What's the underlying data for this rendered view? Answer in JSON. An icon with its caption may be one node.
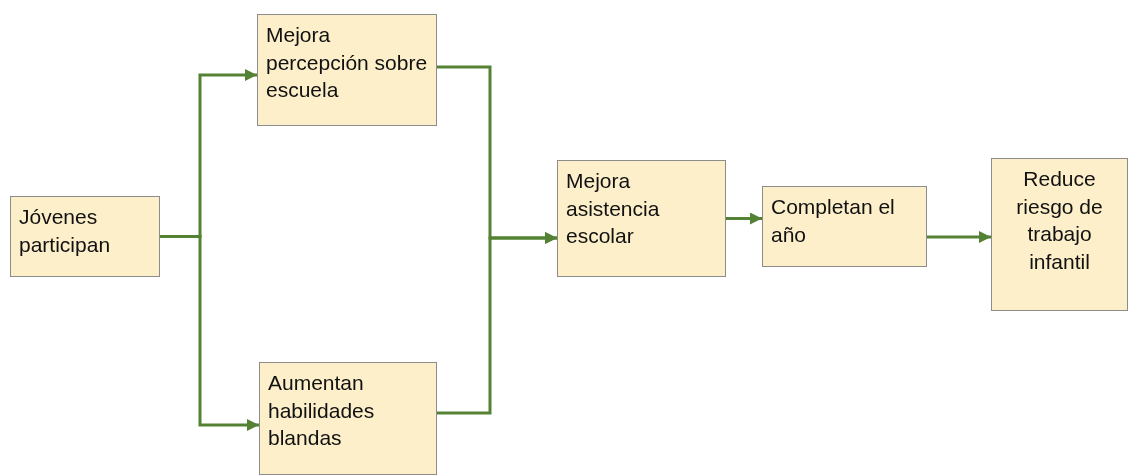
{
  "diagram": {
    "nodes": [
      {
        "text": [
          "Jóvenes participan"
        ]
      },
      {
        "text": [
          "Mejora percepción sobre escuela"
        ]
      },
      {
        "text": [
          "Aumentan habilidades blandas"
        ]
      },
      {
        "text": [
          "Mejora asistencia escolar"
        ]
      },
      {
        "text": [
          "Completan el año"
        ]
      },
      {
        "text": [
          "Reduce riesgo de trabajo infantil"
        ]
      }
    ],
    "edges": [
      {
        "from": 0,
        "to": 1,
        "arrow": "to"
      },
      {
        "from": 0,
        "to": 2,
        "arrow": "to"
      },
      {
        "from": 1,
        "to": 3,
        "arrow": "to"
      },
      {
        "from": 2,
        "to": 3,
        "arrow": "to"
      },
      {
        "from": 3,
        "to": 4,
        "arrow": "to"
      },
      {
        "from": 4,
        "to": 5,
        "arrow": "to"
      }
    ]
  }
}
